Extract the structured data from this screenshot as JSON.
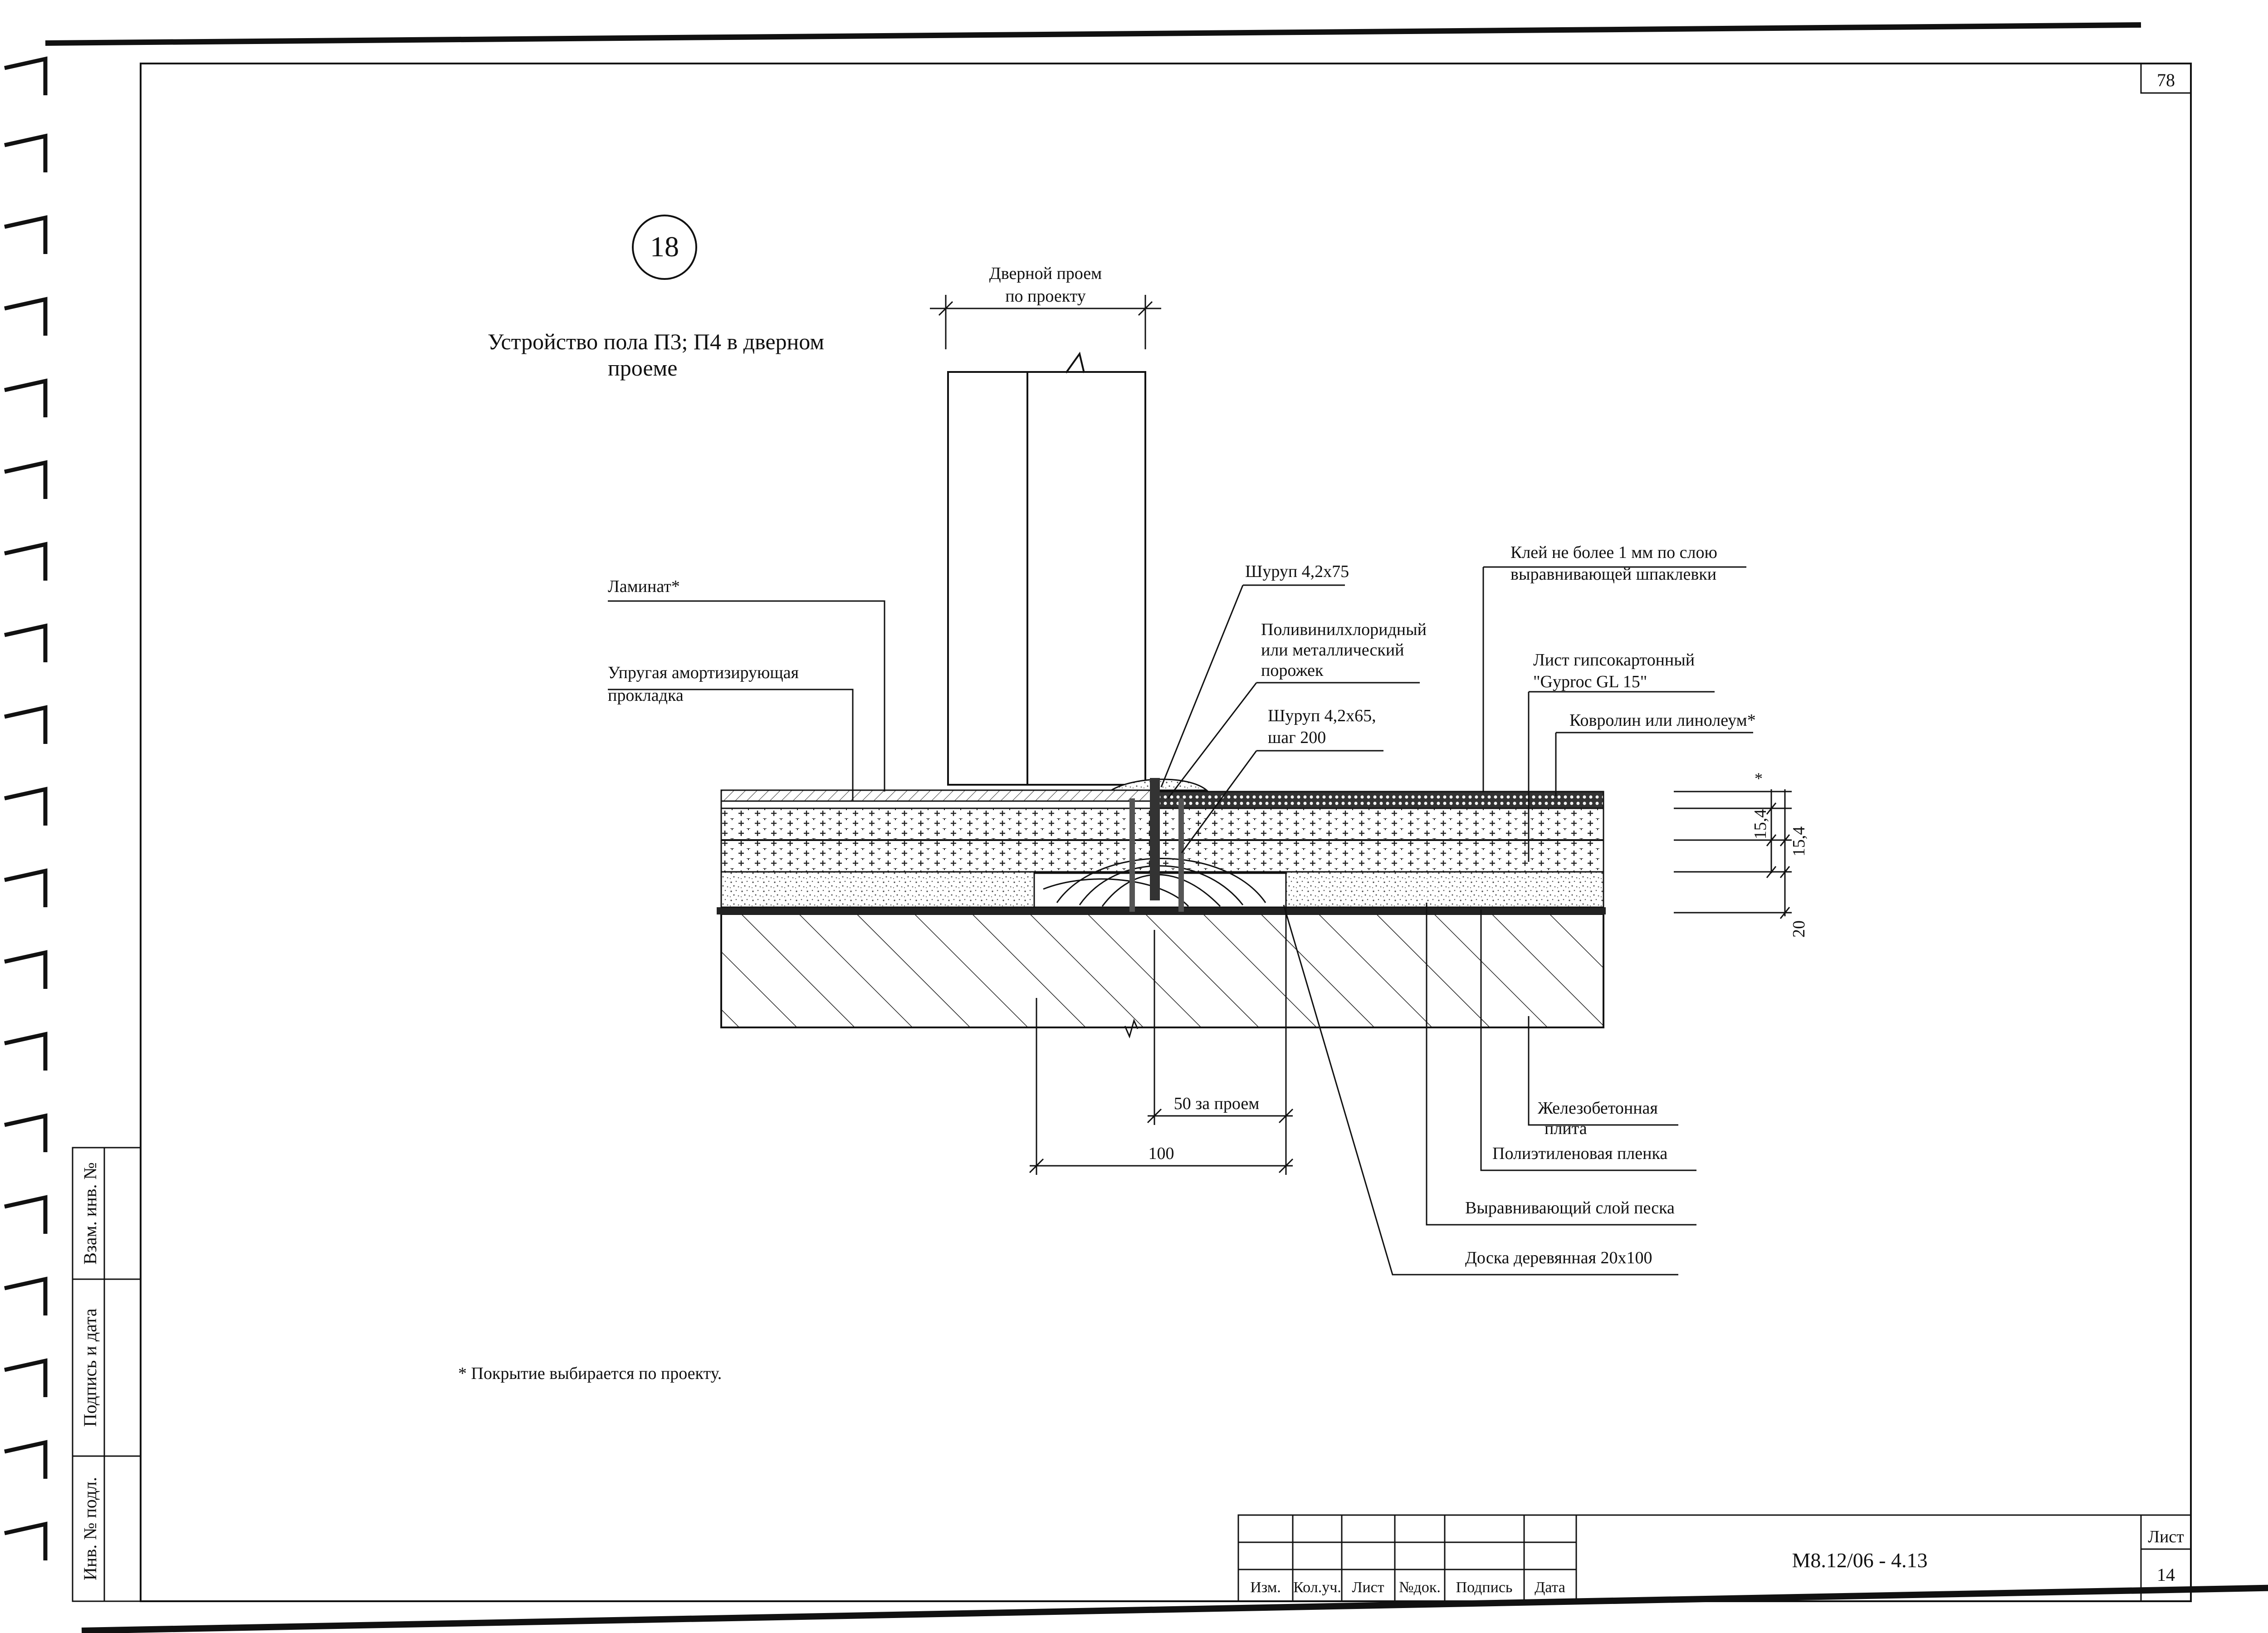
{
  "sheet_corner_number": "78",
  "detail_number": "18",
  "title_line1": "Устройство  пола П3; П4 в дверном",
  "title_line2": "проеме",
  "door_opening_line1": "Дверной проем",
  "door_opening_line2": "по проекту",
  "labels": {
    "laminate": "Ламинат*",
    "underlay_line1": "Упругая амортизирующая",
    "underlay_line2": "прокладка",
    "screw_75": "Шуруп 4,2x75",
    "threshold_line1": "Поливинилхлоридный",
    "threshold_line2": "или металлический",
    "threshold_line3": "порожек",
    "screw_65_line1": "Шуруп 4,2x65,",
    "screw_65_line2": "шаг 200",
    "glue_line1": "Клей  не более 1 мм по слою",
    "glue_line2": "выравнивающей шпаклевки",
    "gypsum_line1": "Лист гипсокартонный",
    "gypsum_line2": "\"Gyproc GL 15\"",
    "carpet": "Ковролин или линолеум*",
    "slab_line1": "Железобетонная",
    "slab_line2": "плита",
    "film": "Полиэтиленовая пленка",
    "sand": "Выравнивающий слой песка",
    "board": "Доска деревянная 20x100"
  },
  "dimensions": {
    "d1": "15,4",
    "d2": "15,4",
    "d3": "20",
    "star": "*",
    "behind_opening": "50 за проем",
    "width_100": "100"
  },
  "footnote": "*  Покрытие выбирается по проекту.",
  "side_stamp": {
    "f1": "Взам. инв. №",
    "f2": "Подпись и дата",
    "f3": "Инв. № подл."
  },
  "title_block": {
    "cols": [
      "Изм.",
      "Кол.уч.",
      "Лист",
      "№док.",
      "Подпись",
      "Дата"
    ],
    "doc_code": "М8.12/06 - 4.13",
    "sheet_label": "Лист",
    "sheet_number": "14"
  }
}
